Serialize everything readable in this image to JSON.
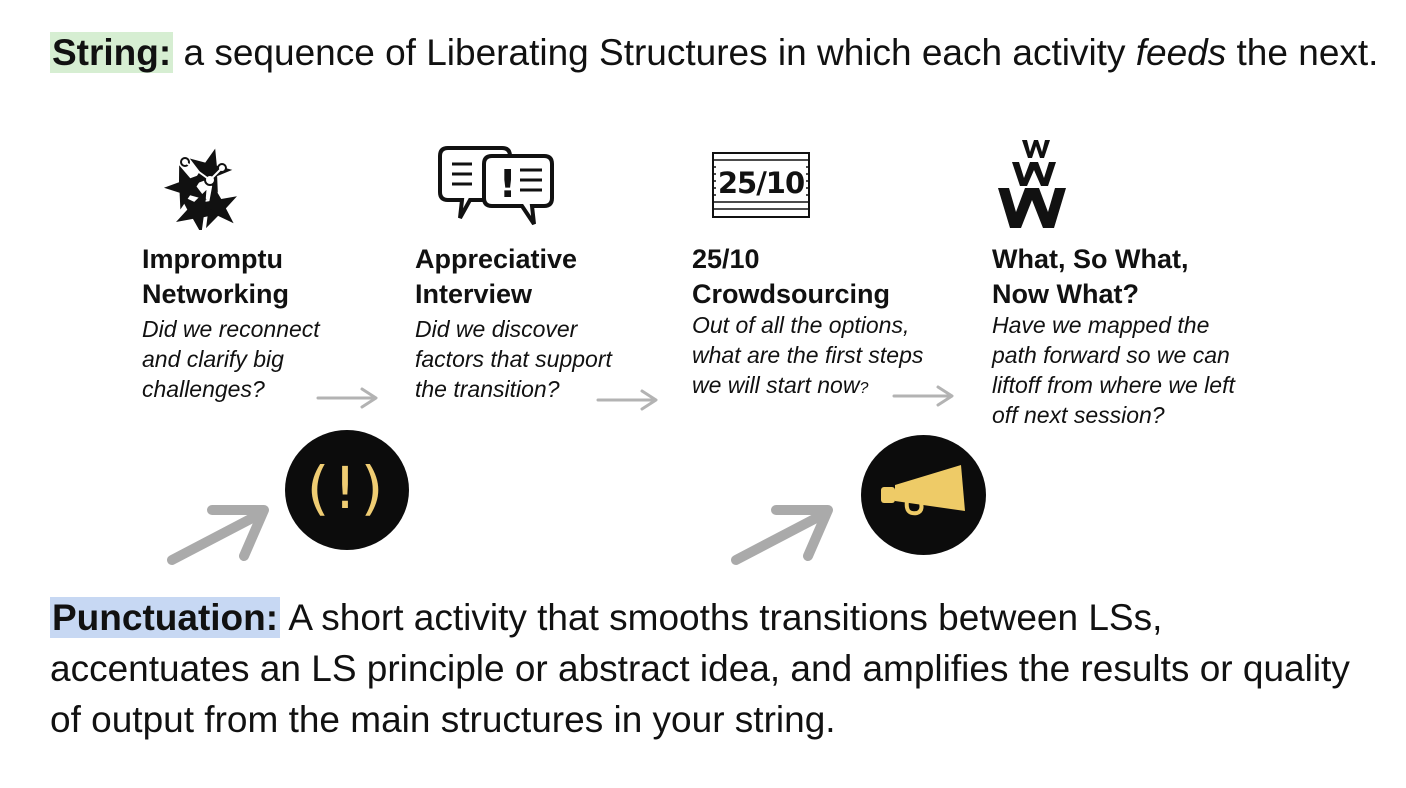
{
  "headline": {
    "label": "String:",
    "text_before": " a sequence of Liberating Structures  in which each activity ",
    "emphasis": "feeds",
    "text_after": " the next.",
    "label_highlight": "#d6eed2"
  },
  "steps": [
    {
      "icon": "impromptu-networking-stars-icon",
      "title_line1": "Impromptu",
      "title_line2": "Networking",
      "question": [
        "Did we reconnect",
        "and clarify big",
        "challenges?"
      ]
    },
    {
      "icon": "speech-bubbles-icon",
      "title_line1": "Appreciative",
      "title_line2": "Interview",
      "question": [
        "Did we discover",
        "factors that support",
        "the transition?"
      ]
    },
    {
      "icon": "score-card-icon",
      "icon_text": "25/10",
      "title_line1": "25/10",
      "title_line2": "Crowdsourcing",
      "question": [
        "Out of all the options,",
        "what are the first steps",
        "we will start now"
      ],
      "question_end": "?"
    },
    {
      "icon": "www-stack-icon",
      "title_line1": "What, So What,",
      "title_line2": "Now What?",
      "question": [
        "Have we mapped the",
        "path forward so we can",
        "liftoff from where we left",
        "off next session?"
      ]
    }
  ],
  "punctuations": [
    {
      "icon": "exclamation-parentheses-icon",
      "glyph": "(!)",
      "color": "#f0cd73"
    },
    {
      "icon": "megaphone-icon",
      "color": "#eecb67"
    }
  ],
  "footer": {
    "label": "Punctuation:",
    "text": " A short activity that smooths transitions between LSs, accentuates an LS principle or abstract idea, and amplifies the results or quality of output from the main structures in your string.",
    "label_highlight": "#c7d8f3"
  },
  "colors": {
    "arrow": "#b3b3b3",
    "circle": "#0c0c0c"
  }
}
